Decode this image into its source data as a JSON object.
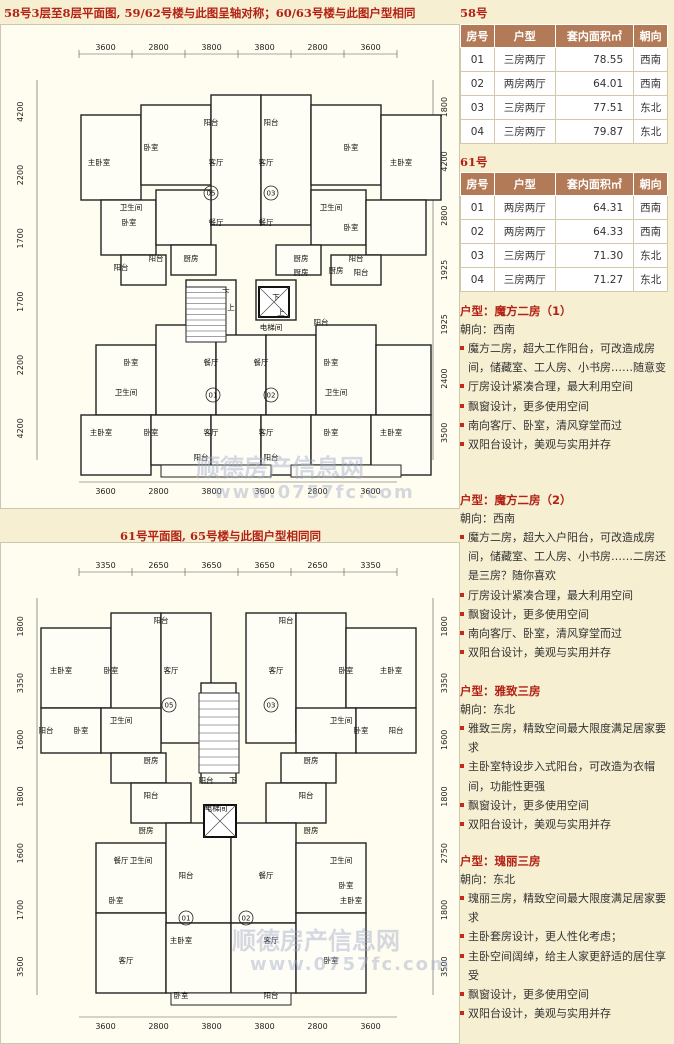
{
  "plan1": {
    "caption": "58号3层至8层平面图, 59/62号楼与此图呈轴对称；60/63号楼与此图户型相同",
    "top_dims": [
      "3600",
      "2800",
      "3800",
      "3800",
      "2800",
      "3600"
    ],
    "bottom_dims": [
      "3600",
      "2800",
      "3800",
      "3600",
      "2800",
      "3600"
    ],
    "left_dims": [
      "4200",
      "2200",
      "1700",
      "1700",
      "2200",
      "4200"
    ],
    "right_dims": [
      "1800",
      "4200",
      "2800",
      "1925",
      "1925",
      "2400",
      "3500"
    ],
    "rooms": [
      "阳台",
      "阳台",
      "主卧室",
      "卧室",
      "客厅",
      "客厅",
      "卧室",
      "主卧室",
      "卫生间",
      "卫生间",
      "卧室",
      "餐厅",
      "餐厅",
      "卧室",
      "阳台",
      "厨房",
      "厨房",
      "阳台",
      "阳台",
      "电梯间",
      "阳台",
      "厨房",
      "厨房",
      "阳台",
      "卧室",
      "餐厅",
      "餐厅",
      "卧室",
      "卫生间",
      "卫生间",
      "主卧室",
      "卧室",
      "客厅",
      "客厅",
      "卧室",
      "主卧室",
      "阳台",
      "阳台",
      "下",
      "上",
      "下",
      "上"
    ],
    "units": [
      "05",
      "03",
      "01",
      "02"
    ]
  },
  "plan2": {
    "caption": "61号平面图, 65号楼与此图户型相同同",
    "top_dims": [
      "3350",
      "2650",
      "3650",
      "3650",
      "2650",
      "3350"
    ],
    "bottom_dims": [
      "3600",
      "2800",
      "3800",
      "3800",
      "2800",
      "3600"
    ],
    "left_dims": [
      "1800",
      "3350",
      "1600",
      "1800",
      "1600",
      "1700",
      "3500"
    ],
    "right_dims": [
      "1800",
      "3350",
      "1600",
      "1800",
      "2750",
      "1800",
      "3500"
    ],
    "rooms": [
      "阳台",
      "阳台",
      "主卧室",
      "卧室",
      "客厅",
      "客厅",
      "卧室",
      "主卧室",
      "卫生间",
      "卫生间",
      "阳台",
      "卧室",
      "卧室",
      "阳台",
      "厨房",
      "厨房",
      "阳台",
      "阳台",
      "电梯间",
      "厨房",
      "厨房",
      "阳台",
      "餐厅",
      "餐厅",
      "卫生间",
      "卫生间",
      "卧室",
      "卧室",
      "主卧室",
      "主卧室",
      "客厅",
      "客厅",
      "卧室",
      "卧室",
      "阳台",
      "阳台",
      "下",
      "上"
    ],
    "units": [
      "05",
      "03",
      "01",
      "02"
    ]
  },
  "watermark": {
    "cn": "顺德房产信息网",
    "url": "www.0757fc.com"
  },
  "table58": {
    "label": "58号",
    "headers": [
      "房号",
      "户型",
      "套内面积㎡",
      "朝向"
    ],
    "rows": [
      [
        "01",
        "三房两厅",
        "78.55",
        "西南"
      ],
      [
        "02",
        "两房两厅",
        "64.01",
        "西南"
      ],
      [
        "03",
        "三房两厅",
        "77.51",
        "东北"
      ],
      [
        "04",
        "三房两厅",
        "79.87",
        "东北"
      ]
    ]
  },
  "table61": {
    "label": "61号",
    "headers": [
      "房号",
      "户型",
      "套内面积㎡",
      "朝向"
    ],
    "rows": [
      [
        "01",
        "两房两厅",
        "64.31",
        "西南"
      ],
      [
        "02",
        "两房两厅",
        "64.33",
        "西南"
      ],
      [
        "03",
        "三房两厅",
        "71.30",
        "东北"
      ],
      [
        "04",
        "三房两厅",
        "71.27",
        "东北"
      ]
    ]
  },
  "sections": [
    {
      "title": "户型：魔方二房（1）",
      "orientation": "朝向：西南",
      "bullets": [
        "魔方二房，超大工作阳台，可改造成房间，储藏室、工人房、小书房……随意变",
        "厅房设计紧凑合理，最大利用空间",
        "飘窗设计，更多使用空间",
        "南向客厅、卧室，清风穿堂而过",
        "双阳台设计，美观与实用并存"
      ]
    },
    {
      "title": "户型：魔方二房（2）",
      "orientation": "朝向：西南",
      "bullets": [
        "魔方二房，超大入户阳台，可改造成房间，储藏室、工人房、小书房……二房还是三房？随你喜欢",
        "厅房设计紧凑合理，最大利用空间",
        "飘窗设计，更多使用空间",
        "南向客厅、卧室，清风穿堂而过",
        "双阳台设计，美观与实用并存"
      ]
    },
    {
      "title": "户型：雅致三房",
      "orientation": "朝向：东北",
      "bullets": [
        "雅致三房，精致空间最大限度满足居家要求",
        "主卧室特设步入式阳台，可改造为衣帽间，功能性更强",
        "飘窗设计，更多使用空间",
        "双阳台设计，美观与实用并存"
      ]
    },
    {
      "title": "户型：瑰丽三房",
      "orientation": "朝向：东北",
      "bullets": [
        "瑰丽三房，精致空间最大限度满足居家要求",
        "主卧套房设计，更人性化考虑；",
        "主卧空间阔绰，给主人家更舒适的居住享受",
        "飘窗设计，更多使用空间",
        "双阳台设计，美观与实用并存"
      ]
    }
  ]
}
